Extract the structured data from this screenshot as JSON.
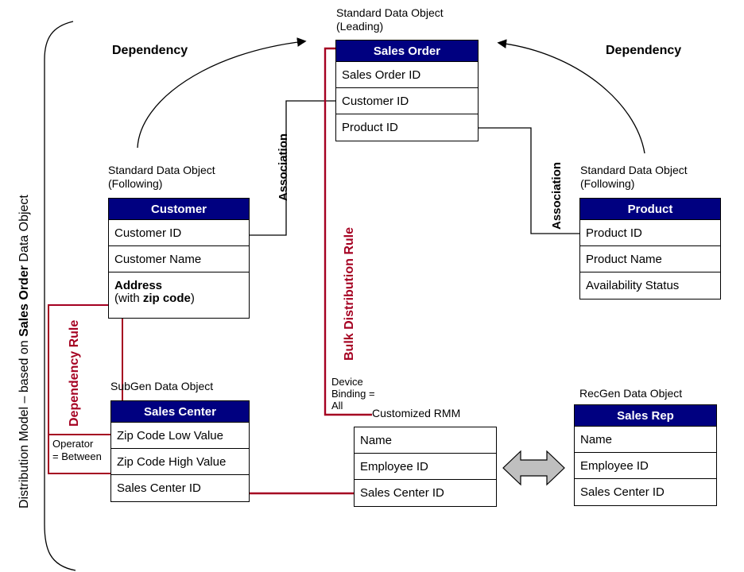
{
  "diagram": {
    "vertical_title_prefix": "Distribution Model – based on ",
    "vertical_title_bold": "Sales Order",
    "vertical_title_suffix": " Data Object",
    "dependency_left_label": "Dependency",
    "dependency_right_label": "Dependency",
    "association_left_label": "Association",
    "association_right_label": "Association",
    "bulk_rule_label": "Bulk Distribution Rule",
    "dependency_rule_label": "Dependency Rule",
    "operator_note": "Operator\n= Between",
    "device_binding_note": "Device\nBinding =\nAll",
    "customized_rmm_label": "Customized RMM",
    "colors": {
      "header_navy": "#000080",
      "rule_red": "#A50021",
      "arrow_gray": "#BFBFBF",
      "line_black": "#000000"
    }
  },
  "entities": {
    "sales_order": {
      "caption": "Standard Data Object\n(Leading)",
      "title": "Sales Order",
      "rows": [
        "Sales Order ID",
        "Customer ID",
        "Product ID"
      ]
    },
    "customer": {
      "caption": "Standard Data Object\n(Following)",
      "title": "Customer",
      "rows": [
        "Customer ID",
        "Customer Name"
      ],
      "address_row_line1": "Address",
      "address_row_line2_pre": "(with ",
      "address_row_line2_bold": "zip code",
      "address_row_line2_post": ")"
    },
    "product": {
      "caption": "Standard Data Object\n(Following)",
      "title": "Product",
      "rows": [
        "Product ID",
        "Product Name",
        "Availability Status"
      ]
    },
    "sales_center": {
      "caption": "SubGen Data Object",
      "title": "Sales Center",
      "rows": [
        "Zip Code Low Value",
        "Zip Code High Value",
        "Sales Center ID"
      ]
    },
    "customized_rmm": {
      "caption": "Customized RMM",
      "rows": [
        "Name",
        "Employee ID",
        "Sales Center ID"
      ]
    },
    "sales_rep": {
      "caption": "RecGen Data Object",
      "title": "Sales Rep",
      "rows": [
        "Name",
        "Employee ID",
        "Sales Center ID"
      ]
    }
  }
}
